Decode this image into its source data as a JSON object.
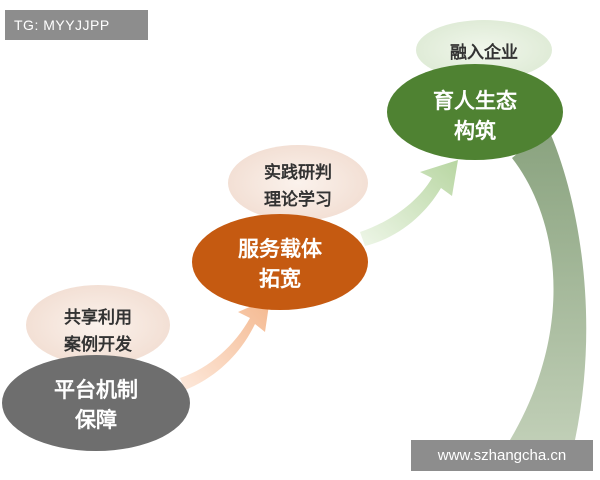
{
  "watermarks": {
    "top_left": "TG: MYYJJPP",
    "bottom_right": "www.szhangcha.cn"
  },
  "colors": {
    "node_gray": "#6e6e6e",
    "node_orange": "#c55a11",
    "node_green": "#4f8232",
    "bubble_fill": "#f4e6df",
    "bubble_green_fill": "#e5efdf",
    "arrow_peach": "#f7c6a8",
    "arrow_green": "#c8e0b8",
    "arc_green": "#8aa278"
  },
  "nodes": {
    "bottom": {
      "line1": "平台机制",
      "line2": "保障"
    },
    "middle": {
      "line1": "服务载体",
      "line2": "拓宽"
    },
    "top": {
      "line1": "育人生态",
      "line2": "构筑"
    }
  },
  "bubbles": {
    "bottom": {
      "line1": "共享利用",
      "line2": "案例开发"
    },
    "middle": {
      "line1": "实践研判",
      "line2": "理论学习"
    },
    "top": {
      "line1": "融入企业"
    }
  }
}
